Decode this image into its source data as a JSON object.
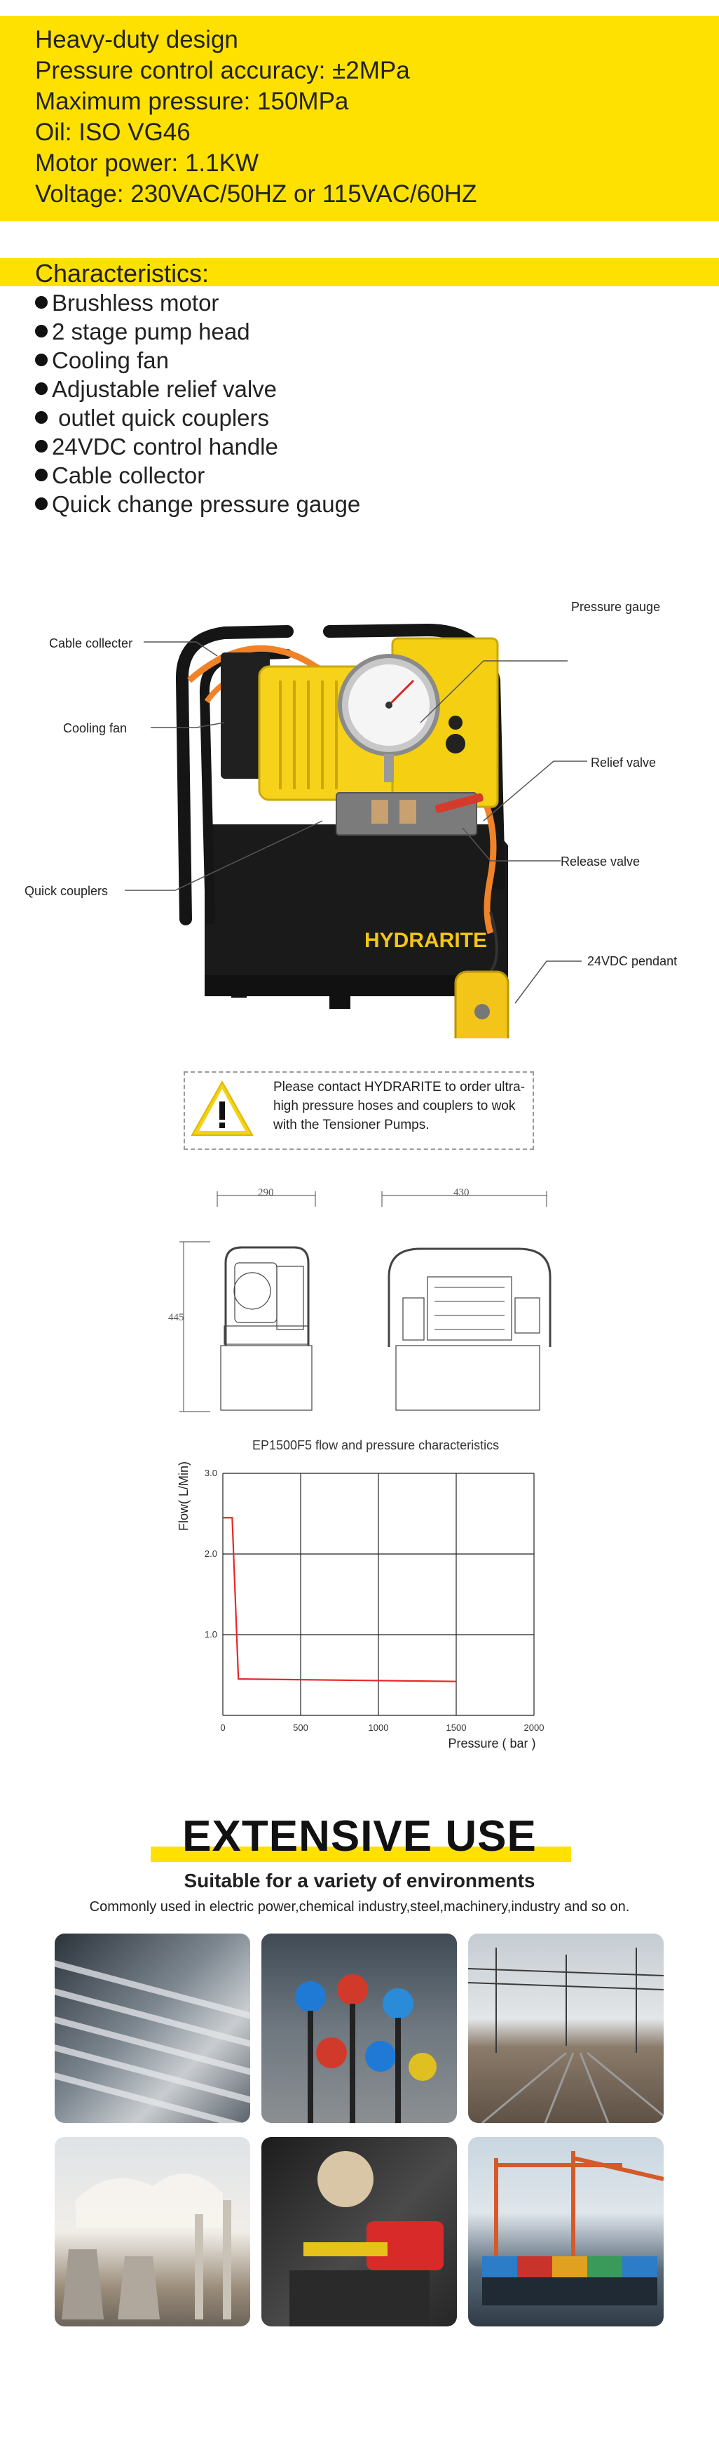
{
  "specs": [
    "Heavy-duty design",
    "Pressure control accuracy: ±2MPa",
    "Maximum pressure: 150MPa",
    "Oil: ISO VG46",
    "Motor power: 1.1KW",
    "Voltage: 230VAC/50HZ or 115VAC/60HZ"
  ],
  "characteristics": {
    "title": "Characteristics:",
    "items": [
      "Brushless motor",
      "2 stage pump head",
      "Cooling fan",
      "Adjustable relief valve",
      " outlet quick couplers",
      "24VDC control handle",
      "Cable collector",
      "Quick change pressure gauge"
    ]
  },
  "callouts": {
    "cable": "Cable collecter",
    "fan": "Cooling fan",
    "couplers": "Quick couplers",
    "gauge": "Pressure gauge",
    "relief": "Relief valve",
    "release": "Release valve",
    "pendant": "24VDC pendant",
    "brand": "HYDRARITE"
  },
  "warning": {
    "text": "Please contact HYDRARITE to order ultra-high pressure hoses and couplers to wok with the Tensioner Pumps."
  },
  "dimensions": {
    "width": "290",
    "height": "445",
    "depth": "430"
  },
  "chart_data": {
    "type": "line",
    "title": "EP1500F5   flow and pressure characteristics",
    "xlabel": "Pressure ( bar )",
    "ylabel": "Flow( L/Min)",
    "xlim": [
      0,
      2000
    ],
    "ylim": [
      0,
      3.0
    ],
    "xticks": [
      "0",
      "500",
      "1000",
      "1500",
      "2000"
    ],
    "yticks": [
      "1.0",
      "2.0",
      "3.0"
    ],
    "grid": true,
    "color": "#e8262b",
    "series": [
      {
        "x": [
          0,
          60,
          100,
          140,
          1500
        ],
        "y": [
          2.45,
          2.45,
          0.45,
          0.45,
          0.42
        ]
      }
    ]
  },
  "extensive": {
    "title": "EXTENSIVE USE",
    "subtitle": "Suitable for a variety of environments",
    "description": "Commonly used in electric power,chemical industry,steel,machinery,industry and so on."
  },
  "colors": {
    "accent": "#ffe100",
    "line": "#e8262b"
  }
}
